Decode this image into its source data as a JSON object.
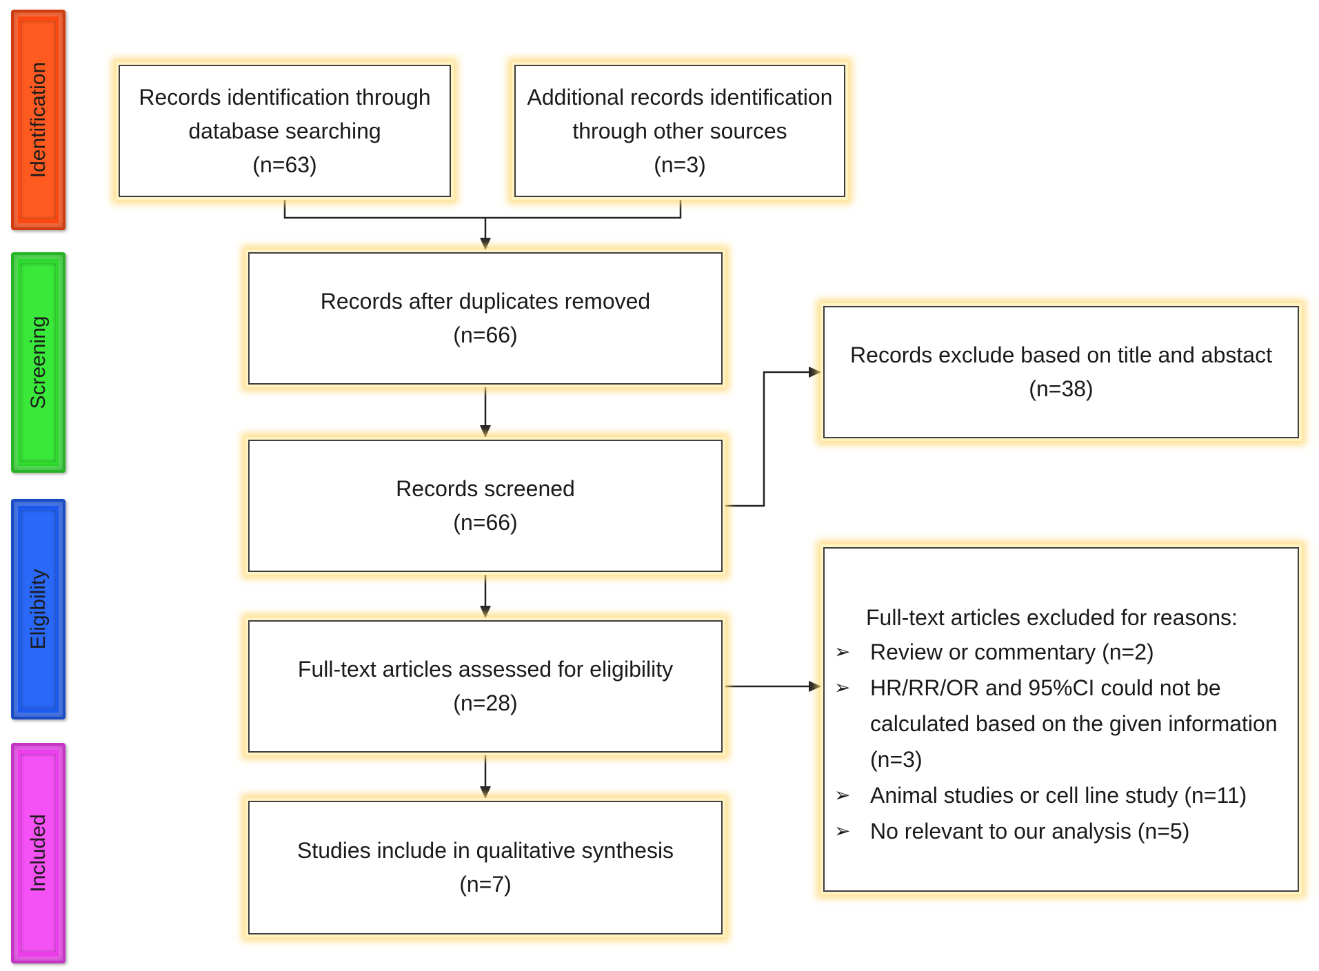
{
  "stages": {
    "identification": "Identification",
    "screening": "Screening",
    "eligibility": "Eligibility",
    "included": "Included"
  },
  "boxes": {
    "database_search": {
      "lines": [
        "Records identification through",
        "database searching",
        "(n=63)"
      ]
    },
    "other_sources": {
      "lines": [
        "Additional records identification",
        "through other sources",
        "(n=3)"
      ]
    },
    "after_duplicates": {
      "lines": [
        "Records after duplicates removed",
        "(n=66)"
      ]
    },
    "screened": {
      "lines": [
        "Records screened",
        "(n=66)"
      ]
    },
    "fulltext_assessed": {
      "lines": [
        "Full-text articles assessed for eligibility",
        "(n=28)"
      ]
    },
    "included": {
      "lines": [
        "Studies include in qualitative synthesis",
        "(n=7)"
      ]
    },
    "excluded_title_abstract": {
      "lines": [
        "Records exclude based on title and abstact",
        "(n=38)"
      ]
    },
    "excluded_fulltext": {
      "title": "Full-text articles excluded for reasons:",
      "reasons": [
        "Review or commentary (n=2)",
        "HR/RR/OR and 95%CI could not be calculated based on the given information (n=3)",
        "Animal studies or cell line study (n=11)",
        "No relevant to our analysis (n=5)"
      ]
    }
  },
  "colors": {
    "identification": "#ff4a12",
    "screening": "#2fdc2f",
    "eligibility": "#1e5cf0",
    "included": "#f03ff0",
    "box_glow": "#ffd66e",
    "connector": "#222222"
  },
  "bullet_icon": "arrow-bullet-icon"
}
